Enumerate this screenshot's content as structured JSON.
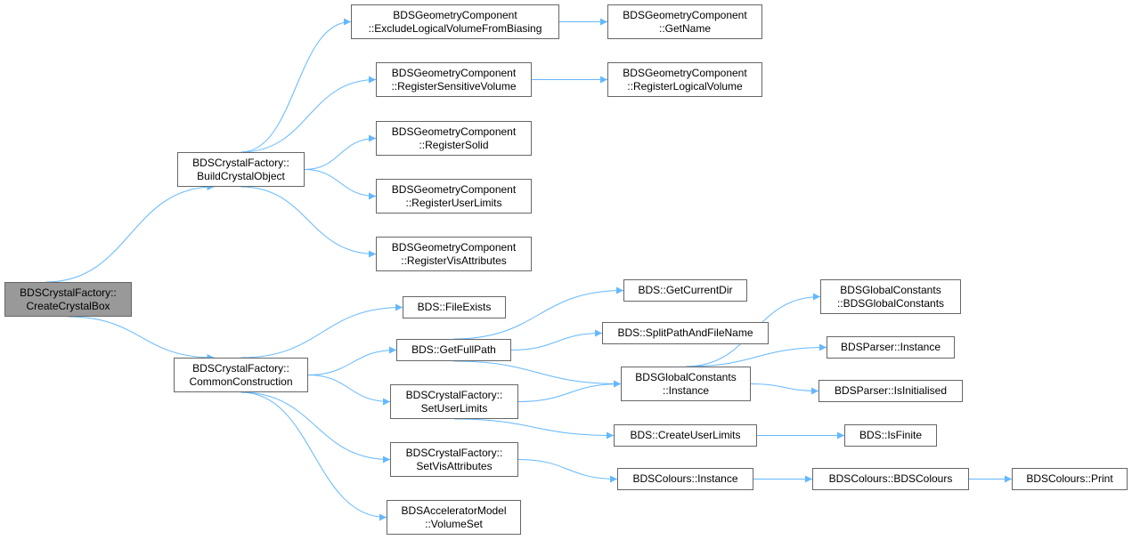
{
  "colors": {
    "edge": "#63b8ff",
    "node_border": "#666666",
    "root_fill": "#999999",
    "node_fill": "#ffffff"
  },
  "nodes": {
    "create_crystal_box": {
      "line1": "BDSCrystalFactory::",
      "line2": "CreateCrystalBox"
    },
    "build_crystal_object": {
      "line1": "BDSCrystalFactory::",
      "line2": "BuildCrystalObject"
    },
    "common_construction": {
      "line1": "BDSCrystalFactory::",
      "line2": "CommonConstruction"
    },
    "exclude_logical_volume": {
      "line1": "BDSGeometryComponent",
      "line2": "::ExcludeLogicalVolumeFromBiasing"
    },
    "get_name": {
      "line1": "BDSGeometryComponent",
      "line2": "::GetName"
    },
    "register_sensitive_volume": {
      "line1": "BDSGeometryComponent",
      "line2": "::RegisterSensitiveVolume"
    },
    "register_logical_volume": {
      "line1": "BDSGeometryComponent",
      "line2": "::RegisterLogicalVolume"
    },
    "register_solid": {
      "line1": "BDSGeometryComponent",
      "line2": "::RegisterSolid"
    },
    "register_user_limits": {
      "line1": "BDSGeometryComponent",
      "line2": "::RegisterUserLimits"
    },
    "register_vis_attributes": {
      "line1": "BDSGeometryComponent",
      "line2": "::RegisterVisAttributes"
    },
    "file_exists": {
      "line1": "BDS::FileExists"
    },
    "get_full_path": {
      "line1": "BDS::GetFullPath"
    },
    "get_current_dir": {
      "line1": "BDS::GetCurrentDir"
    },
    "split_path_and_file_name": {
      "line1": "BDS::SplitPathAndFileName"
    },
    "global_constants_ctor": {
      "line1": "BDSGlobalConstants",
      "line2": "::BDSGlobalConstants"
    },
    "global_constants_instance": {
      "line1": "BDSGlobalConstants",
      "line2": "::Instance"
    },
    "parser_instance": {
      "line1": "BDSParser::Instance"
    },
    "parser_is_initialised": {
      "line1": "BDSParser::IsInitialised"
    },
    "set_user_limits": {
      "line1": "BDSCrystalFactory::",
      "line2": "SetUserLimits"
    },
    "create_user_limits": {
      "line1": "BDS::CreateUserLimits"
    },
    "is_finite": {
      "line1": "BDS::IsFinite"
    },
    "set_vis_attributes": {
      "line1": "BDSCrystalFactory::",
      "line2": "SetVisAttributes"
    },
    "colours_instance": {
      "line1": "BDSColours::Instance"
    },
    "colours_ctor": {
      "line1": "BDSColours::BDSColours"
    },
    "colours_print": {
      "line1": "BDSColours::Print"
    },
    "volume_set": {
      "line1": "BDSAcceleratorModel",
      "line2": "::VolumeSet"
    }
  },
  "edges": [
    [
      "create_crystal_box",
      "build_crystal_object"
    ],
    [
      "create_crystal_box",
      "common_construction"
    ],
    [
      "build_crystal_object",
      "exclude_logical_volume"
    ],
    [
      "build_crystal_object",
      "register_sensitive_volume"
    ],
    [
      "build_crystal_object",
      "register_solid"
    ],
    [
      "build_crystal_object",
      "register_user_limits"
    ],
    [
      "build_crystal_object",
      "register_vis_attributes"
    ],
    [
      "exclude_logical_volume",
      "get_name"
    ],
    [
      "register_sensitive_volume",
      "register_logical_volume"
    ],
    [
      "common_construction",
      "file_exists"
    ],
    [
      "common_construction",
      "get_full_path"
    ],
    [
      "common_construction",
      "set_user_limits"
    ],
    [
      "common_construction",
      "set_vis_attributes"
    ],
    [
      "common_construction",
      "volume_set"
    ],
    [
      "get_full_path",
      "get_current_dir"
    ],
    [
      "get_full_path",
      "split_path_and_file_name"
    ],
    [
      "get_full_path",
      "global_constants_instance"
    ],
    [
      "set_user_limits",
      "global_constants_instance"
    ],
    [
      "set_user_limits",
      "create_user_limits"
    ],
    [
      "global_constants_instance",
      "global_constants_ctor"
    ],
    [
      "global_constants_instance",
      "parser_instance"
    ],
    [
      "global_constants_instance",
      "parser_is_initialised"
    ],
    [
      "create_user_limits",
      "is_finite"
    ],
    [
      "set_vis_attributes",
      "colours_instance"
    ],
    [
      "colours_instance",
      "colours_ctor"
    ],
    [
      "colours_ctor",
      "colours_print"
    ]
  ]
}
